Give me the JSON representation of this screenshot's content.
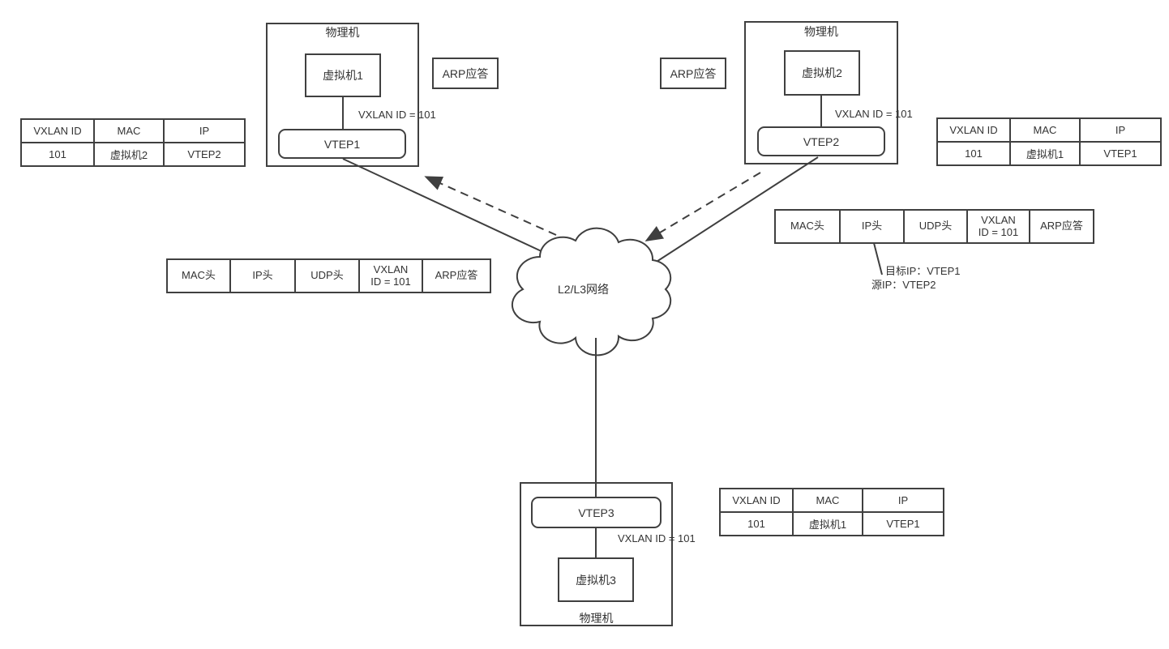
{
  "machines": [
    {
      "title": "物理机",
      "vm": "虚拟机1",
      "vtep": "VTEP1",
      "vxlan_label": "VXLAN ID = 101"
    },
    {
      "title": "物理机",
      "vm": "虚拟机2",
      "vtep": "VTEP2",
      "vxlan_label": "VXLAN ID = 101"
    },
    {
      "title": "物理机",
      "vm": "虚拟机3",
      "vtep": "VTEP3",
      "vxlan_label": "VXLAN ID = 101"
    }
  ],
  "cloud": {
    "label": "L2/L3网络"
  },
  "arp_labels": {
    "left": "ARP应答",
    "right": "ARP应答"
  },
  "tables": {
    "left": {
      "headers": [
        "VXLAN ID",
        "MAC",
        "IP"
      ],
      "row": [
        "101",
        "虚拟机2",
        "VTEP2"
      ]
    },
    "right": {
      "headers": [
        "VXLAN ID",
        "MAC",
        "IP"
      ],
      "row": [
        "101",
        "虚拟机1",
        "VTEP1"
      ]
    },
    "bottom": {
      "headers": [
        "VXLAN ID",
        "MAC",
        "IP"
      ],
      "row": [
        "101",
        "虚拟机1",
        "VTEP1"
      ]
    }
  },
  "packets": {
    "left": [
      "MAC头",
      "IP头",
      "UDP头",
      "VXLAN\nID = 101",
      "ARP应答"
    ],
    "right": [
      "MAC头",
      "IP头",
      "UDP头",
      "VXLAN\nID = 101",
      "ARP应答"
    ]
  },
  "annotation": {
    "line1": "目标IP：VTEP1",
    "line2": "源IP：VTEP2"
  },
  "colors": {
    "line": "#3f3f3f",
    "text": "#333333"
  }
}
